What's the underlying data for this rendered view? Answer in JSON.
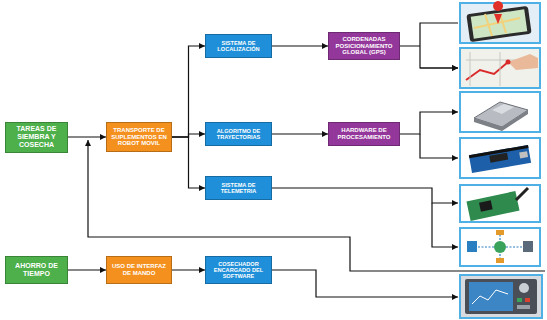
{
  "diagram": {
    "nodes": [
      {
        "text": [
          "TAREAS DE SIEMBRA Y COSECHA"
        ]
      },
      {
        "text": [
          "TRANSPORTE DE SUPLEMENTOS EN ROBOT MOVIL"
        ]
      },
      {
        "text": [
          "SISTEMA DE LOCALIZACIÓN"
        ]
      },
      {
        "text": [
          "CORDENADAS POSICIONAMIENTO GLOBAL (GPS)"
        ]
      },
      {
        "text": [
          "ALGORITMO DE TRAYECTORIAS"
        ]
      },
      {
        "text": [
          "HARDWARE DE PROCESAMIENTO"
        ]
      },
      {
        "text": [
          "SISTEMA DE TELEMETRIA"
        ]
      },
      {
        "text": [
          "AHORRO DE TIEMPO"
        ]
      },
      {
        "text": [
          "USO DE INTERFAZ DE MANDO"
        ]
      },
      {
        "text": [
          "COSECHADOR ENCARGADO DEL SOFTWARE"
        ]
      }
    ],
    "edges": [
      {
        "from": 0,
        "to": 1,
        "arrow": "to"
      },
      {
        "from": 1,
        "to": 2,
        "arrow": "to"
      },
      {
        "from": 1,
        "to": 4,
        "arrow": "to"
      },
      {
        "from": 1,
        "to": 6,
        "arrow": "to"
      },
      {
        "from": 2,
        "to": 3,
        "arrow": "to"
      },
      {
        "from": 4,
        "to": 5,
        "arrow": "to"
      },
      {
        "from": 7,
        "to": 8,
        "arrow": "to"
      },
      {
        "from": 8,
        "to": 9,
        "arrow": "to"
      }
    ]
  }
}
